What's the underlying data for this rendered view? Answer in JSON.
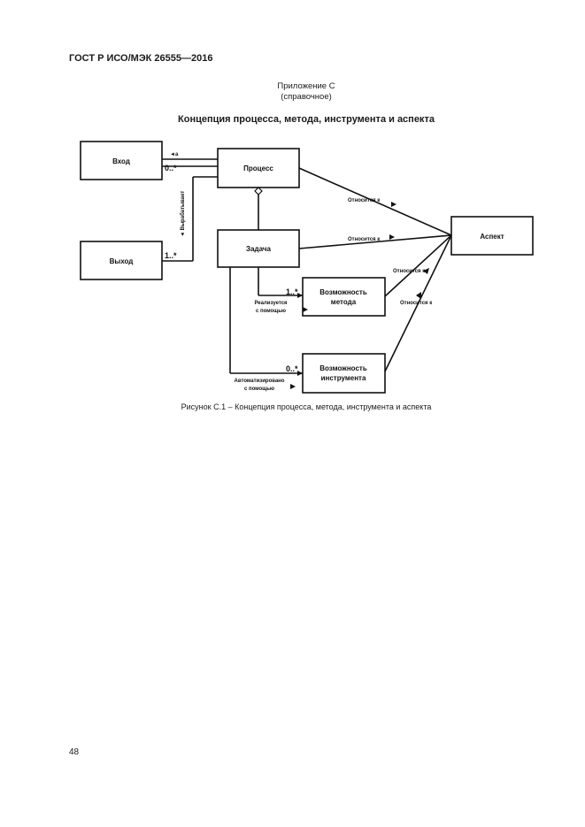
{
  "header": {
    "standard": "ГОСТ Р ИСО/МЭК 26555—2016"
  },
  "annex": {
    "title": "Приложение С",
    "subtitle": "(справочное)"
  },
  "section_title": "Концепция процесса, метода, инструмента и аспекта",
  "diagram": {
    "boxes": {
      "input": "Вход",
      "output": "Выход",
      "process": "Процесс",
      "task": "Задача",
      "aspect": "Аспект",
      "method_line1": "Возможность",
      "method_line2": "метода",
      "tool_line1": "Возможность",
      "tool_line2": "инструмента"
    },
    "multiplicities": {
      "input": "0..*",
      "output": "1..*",
      "method": "1..*",
      "tool": "0..*"
    },
    "relations": {
      "input_arrow": "◄а",
      "output_vertical": "◄ Вырабатывает",
      "process_aspect": "Относится к",
      "task_aspect": "Относится к",
      "method_aspect": "Относится к",
      "tool_aspect": "Относится к",
      "method_realized_1": "Реализуется",
      "method_realized_2": "с помощью",
      "tool_automated_1": "Автоматизировано",
      "tool_automated_2": "с помощью"
    }
  },
  "figure_caption": "Рисунок С.1 – Концепция процесса, метода, инструмента и аспекта",
  "page_number": "48"
}
